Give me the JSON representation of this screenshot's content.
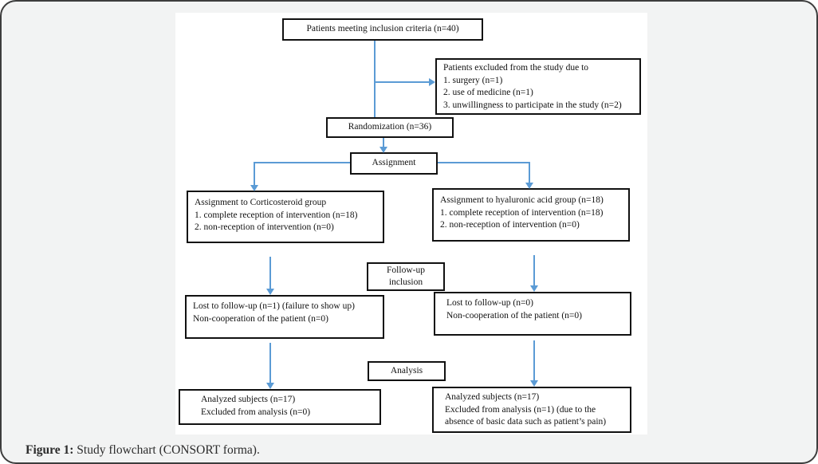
{
  "colors": {
    "arrow": "#5b9bd5",
    "box_border": "#111111",
    "page_background": "#f2f3f3",
    "page_border": "#3d3d3d",
    "canvas_background": "#ffffff"
  },
  "caption": {
    "label": "Figure 1:",
    "text": "Study flowchart (CONSORT forma)."
  },
  "flowchart": {
    "inclusion": {
      "lines": [
        "Patients meeting inclusion criteria (n=40)"
      ]
    },
    "excluded": {
      "lines": [
        "Patients excluded from the study due to",
        "1. surgery (n=1)",
        "2. use of medicine (n=1)",
        "3. unwillingness to participate in the study (n=2)"
      ]
    },
    "randomization": {
      "lines": [
        "Randomization (n=36)"
      ]
    },
    "assignment": {
      "lines": [
        "Assignment"
      ]
    },
    "corticosteroid_group": {
      "lines": [
        "Assignment to Corticosteroid group",
        "1. complete reception of intervention (n=18)",
        "2. non-reception of intervention (n=0)"
      ]
    },
    "hyaluronic_group": {
      "lines": [
        "Assignment to hyaluronic acid group (n=18)",
        "1. complete reception of intervention (n=18)",
        "2. non-reception of intervention (n=0)"
      ]
    },
    "followup_label": {
      "lines": [
        "Follow-up",
        "inclusion"
      ]
    },
    "lost_left": {
      "lines": [
        "Lost to follow-up (n=1) (failure to show up)",
        "Non-cooperation of the patient (n=0)"
      ]
    },
    "lost_right": {
      "lines": [
        "Lost to follow-up (n=0)",
        "Non-cooperation of the patient (n=0)"
      ]
    },
    "analysis_label": {
      "lines": [
        "Analysis"
      ]
    },
    "analyzed_left": {
      "lines": [
        "Analyzed subjects (n=17)",
        "Excluded from analysis (n=0)"
      ]
    },
    "analyzed_right": {
      "lines": [
        "Analyzed subjects (n=17)",
        "Excluded from analysis (n=1) (due to the absence of basic data such as patient’s pain)"
      ]
    }
  }
}
